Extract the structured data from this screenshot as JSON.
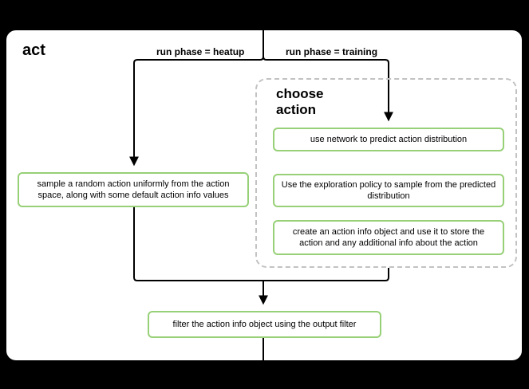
{
  "diagram": {
    "title": "act",
    "branches": {
      "heatup_label": "run phase = heatup",
      "training_label": "run phase = training"
    },
    "group": {
      "title": "choose action"
    },
    "nodes": {
      "sample_random": "sample a random action uniformly from the action space, along with some default action info values",
      "predict_distribution": "use network to predict action distribution",
      "exploration_sample": "Use the exploration policy to sample from the predicted distribution",
      "create_action_info": "create an action info object and use it to store the action and any additional info about the action",
      "filter_output": "filter the action info object using the output filter"
    },
    "colors": {
      "node_border": "#97d077",
      "group_border": "#c2c2c2",
      "line": "#000000",
      "panel_bg": "#ffffff",
      "page_bg": "#000000"
    }
  }
}
